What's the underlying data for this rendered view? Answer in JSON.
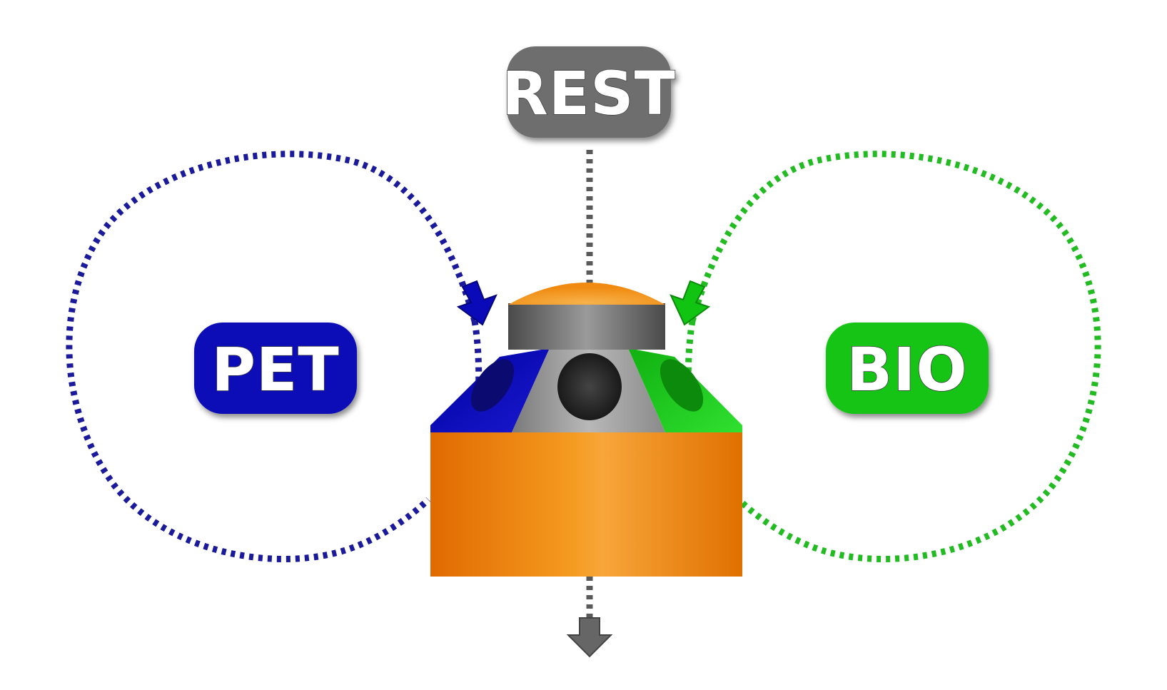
{
  "labels": {
    "rest": "REST",
    "pet": "PET",
    "bio": "BIO"
  },
  "colors": {
    "pet": "#0a0ab8",
    "bio": "#12c412",
    "rest": "#6e6e6e",
    "body": "#f08a10",
    "pet_loop": "#1a1a9a",
    "bio_loop": "#22bb22",
    "rest_line": "#5a5a5a"
  }
}
